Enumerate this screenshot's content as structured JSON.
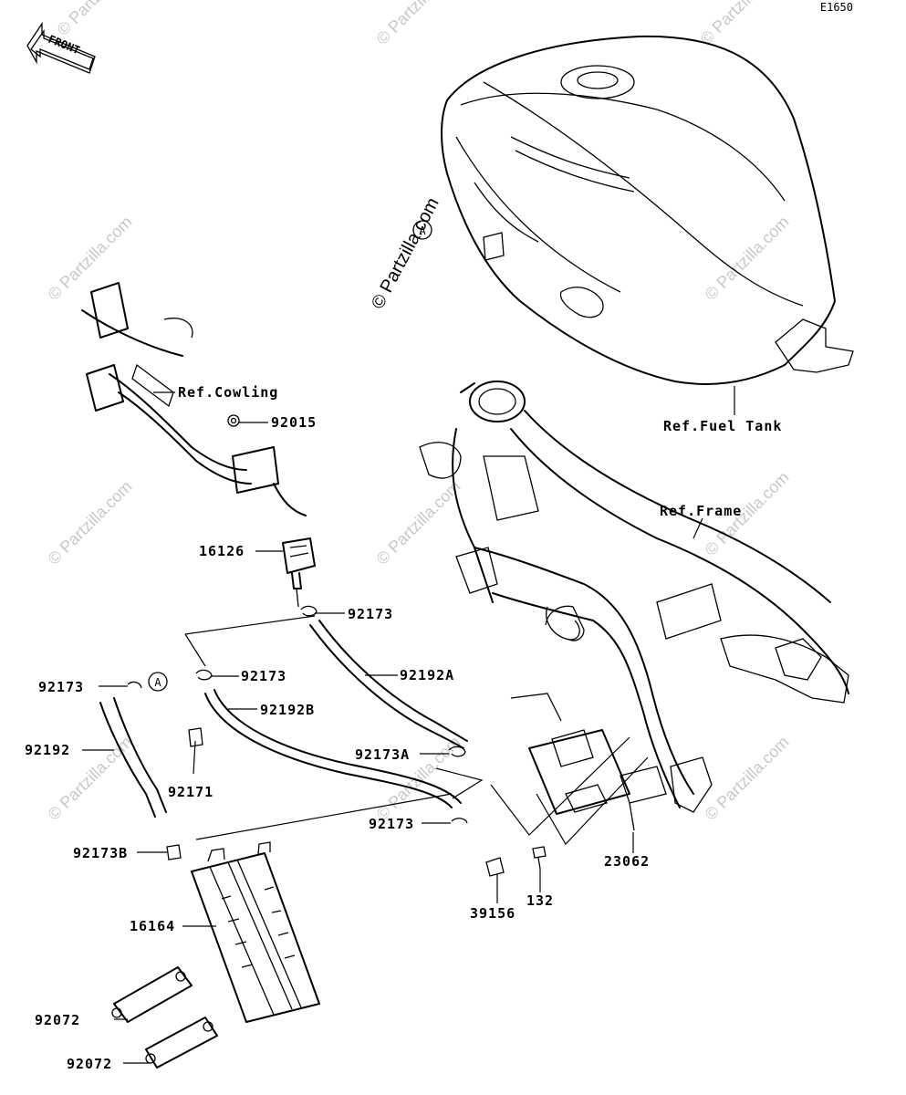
{
  "diagram": {
    "code": "E1650",
    "front_label": "FRONT",
    "watermark": "© Partzilla.com",
    "callout_marker": "A",
    "references": {
      "cowling": "Ref.Cowling",
      "fuel_tank": "Ref.Fuel Tank",
      "frame": "Ref.Frame"
    },
    "parts": {
      "p92015": "92015",
      "p16126": "16126",
      "p92173_top": "92173",
      "p92173_mid": "92173",
      "p92192A": "92192A",
      "p92192B": "92192B",
      "p92173_left": "92173",
      "p92192": "92192",
      "p92173A": "92173A",
      "p92171": "92171",
      "p92173_low": "92173",
      "p92173B": "92173B",
      "p23062": "23062",
      "p16164": "16164",
      "p39156": "39156",
      "p132": "132",
      "p92072_a": "92072",
      "p92072_b": "92072"
    }
  }
}
